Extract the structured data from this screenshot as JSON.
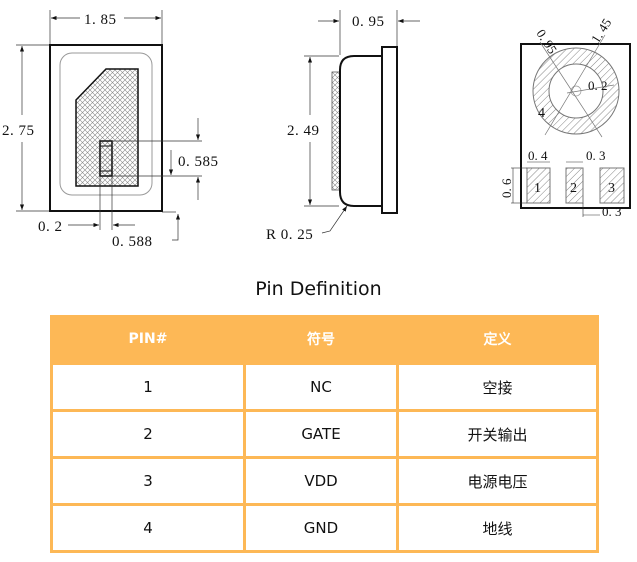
{
  "drawing": {
    "top_view": {
      "width_label": "1. 85",
      "height_label": "2. 75",
      "pad_height_label": "0. 585",
      "left_offset_label": "0. 2",
      "pad_width_label": "0. 588"
    },
    "side_view": {
      "thickness_label": "0. 95",
      "height_label": "2. 49",
      "radius_label": "R 0. 25"
    },
    "bottom_view": {
      "inner_dia_label": "0. 95",
      "outer_dia_label": "1. 45",
      "center_label": "0. 2",
      "pad_width_label": "0. 4",
      "gap_label": "0. 3",
      "pad_height_label": "0. 6",
      "pad3_label": "0. 3",
      "pins": [
        "1",
        "2",
        "3",
        "4"
      ]
    }
  },
  "pin_definition": {
    "title": "Pin Definition",
    "header_color": "#FDB856",
    "columns": [
      "PIN#",
      "符号",
      "定义"
    ],
    "rows": [
      [
        "1",
        "NC",
        "空接"
      ],
      [
        "2",
        "GATE",
        "开关输出"
      ],
      [
        "3",
        "VDD",
        "电源电压"
      ],
      [
        "4",
        "GND",
        "地线"
      ]
    ]
  }
}
